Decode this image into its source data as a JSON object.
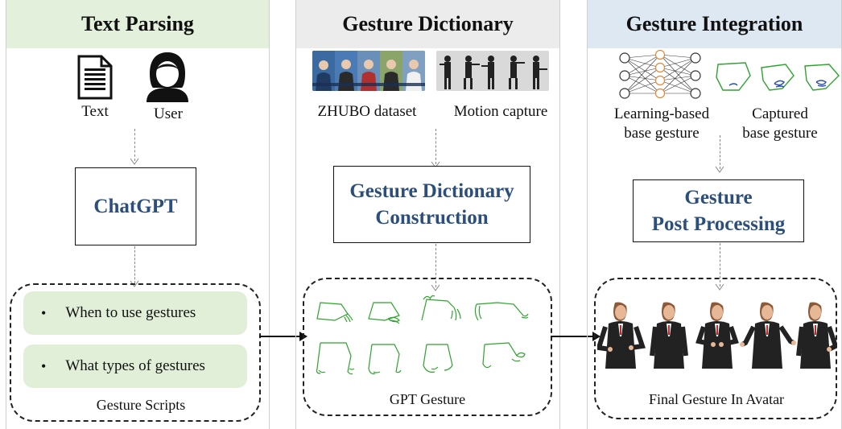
{
  "panels": {
    "text_parsing": {
      "title": "Text Parsing",
      "text_label": "Text",
      "user_label": "User",
      "box": "ChatGPT",
      "items": [
        "When to use gestures",
        "What types of gestures"
      ],
      "bullet": "•",
      "caption": "Gesture Scripts"
    },
    "gesture_dictionary": {
      "title": "Gesture Dictionary",
      "dataset_label": "ZHUBO dataset",
      "mocap_label": "Motion capture",
      "box_line1": "Gesture Dictionary",
      "box_line2": "Construction",
      "caption": "GPT Gesture"
    },
    "gesture_integration": {
      "title": "Gesture Integration",
      "learning_line1": "Learning-based",
      "learning_line2": "base gesture",
      "captured_line1": "Captured",
      "captured_line2": "base gesture",
      "box_line1": "Gesture",
      "box_line2": "Post Processing",
      "caption": "Final Gesture In Avatar"
    }
  },
  "colors": {
    "title_bg_text_parsing": "#e3f0dc",
    "title_bg_gesture_dictionary": "#ececec",
    "title_bg_gesture_integration": "#dde8f3",
    "box_text": "#2b4e7a",
    "pill_bg": "#e2efd8",
    "gesture_line": "#2ea32e"
  },
  "icons": [
    "document-icon",
    "user-icon",
    "neural-network-icon",
    "hand-gesture-icon",
    "avatar-icon"
  ]
}
